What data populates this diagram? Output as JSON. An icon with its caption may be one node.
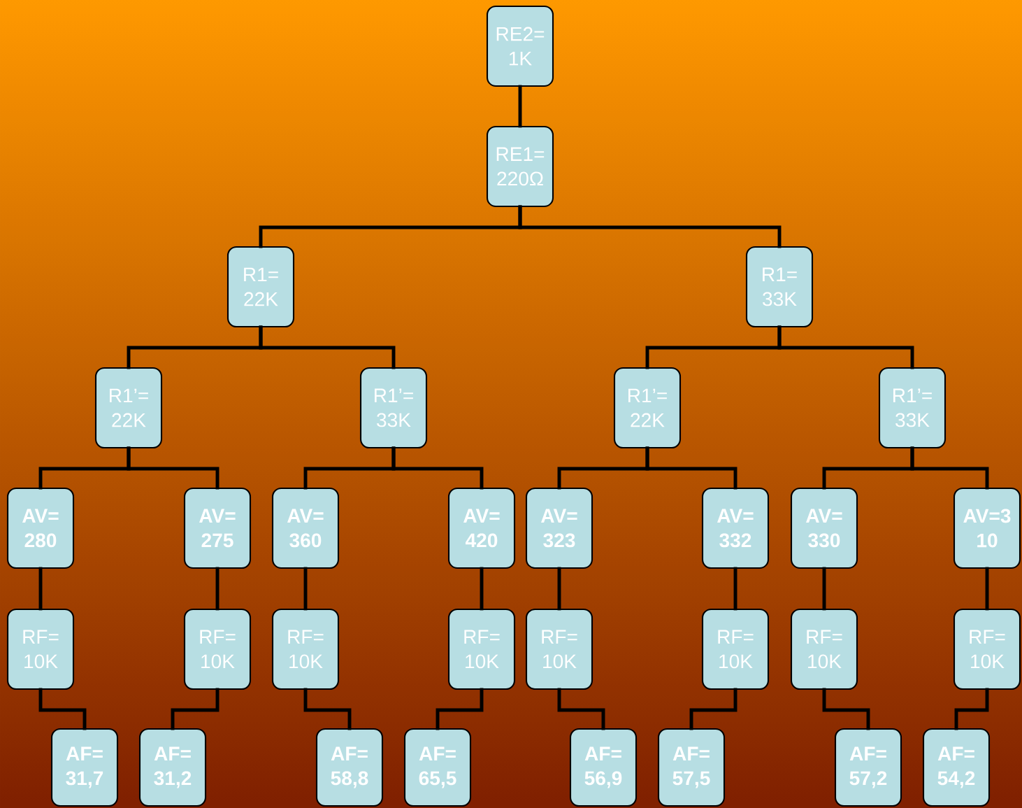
{
  "diagram": {
    "nodes": [
      {
        "text": [
          "RE2= 1K"
        ]
      },
      {
        "text": [
          "RE1= 220Ω"
        ]
      },
      {
        "text": [
          "R1= 22K"
        ]
      },
      {
        "text": [
          "R1= 33K"
        ]
      },
      {
        "text": [
          "R1’= 22K"
        ]
      },
      {
        "text": [
          "R1’= 33K"
        ]
      },
      {
        "text": [
          "R1’= 22K"
        ]
      },
      {
        "text": [
          "R1’= 33K"
        ]
      },
      {
        "text": [
          "AV= 280"
        ]
      },
      {
        "text": [
          "AV= 275"
        ]
      },
      {
        "text": [
          "AV= 360"
        ]
      },
      {
        "text": [
          "AV= 420"
        ]
      },
      {
        "text": [
          "AV= 323"
        ]
      },
      {
        "text": [
          "AV= 332"
        ]
      },
      {
        "text": [
          "AV= 330"
        ]
      },
      {
        "text": [
          "AV=3 10"
        ]
      },
      {
        "text": [
          "RF= 10K"
        ]
      },
      {
        "text": [
          "RF= 10K"
        ]
      },
      {
        "text": [
          "RF= 10K"
        ]
      },
      {
        "text": [
          "RF= 10K"
        ]
      },
      {
        "text": [
          "RF= 10K"
        ]
      },
      {
        "text": [
          "RF= 10K"
        ]
      },
      {
        "text": [
          "RF= 10K"
        ]
      },
      {
        "text": [
          "RF= 10K"
        ]
      },
      {
        "text": [
          "AF= 31,7"
        ]
      },
      {
        "text": [
          "AF= 31,2"
        ]
      },
      {
        "text": [
          "AF= 58,8"
        ]
      },
      {
        "text": [
          "AF= 65,5"
        ]
      },
      {
        "text": [
          "AF= 56,9"
        ]
      },
      {
        "text": [
          "AF= 57,5"
        ]
      },
      {
        "text": [
          "AF= 57,2"
        ]
      },
      {
        "text": [
          "AF= 54,2"
        ]
      }
    ],
    "edges": [
      {
        "from": 0,
        "to": 1,
        "arrow": "none"
      },
      {
        "from": 1,
        "to": 2,
        "arrow": "none"
      },
      {
        "from": 1,
        "to": 3,
        "arrow": "none"
      },
      {
        "from": 2,
        "to": 4,
        "arrow": "none"
      },
      {
        "from": 2,
        "to": 5,
        "arrow": "none"
      },
      {
        "from": 3,
        "to": 6,
        "arrow": "none"
      },
      {
        "from": 3,
        "to": 7,
        "arrow": "none"
      },
      {
        "from": 4,
        "to": 8,
        "arrow": "none"
      },
      {
        "from": 4,
        "to": 9,
        "arrow": "none"
      },
      {
        "from": 5,
        "to": 10,
        "arrow": "none"
      },
      {
        "from": 5,
        "to": 11,
        "arrow": "none"
      },
      {
        "from": 6,
        "to": 12,
        "arrow": "none"
      },
      {
        "from": 6,
        "to": 13,
        "arrow": "none"
      },
      {
        "from": 7,
        "to": 14,
        "arrow": "none"
      },
      {
        "from": 7,
        "to": 15,
        "arrow": "none"
      },
      {
        "from": 8,
        "to": 16,
        "arrow": "none"
      },
      {
        "from": 9,
        "to": 17,
        "arrow": "none"
      },
      {
        "from": 10,
        "to": 18,
        "arrow": "none"
      },
      {
        "from": 11,
        "to": 19,
        "arrow": "none"
      },
      {
        "from": 12,
        "to": 20,
        "arrow": "none"
      },
      {
        "from": 13,
        "to": 21,
        "arrow": "none"
      },
      {
        "from": 14,
        "to": 22,
        "arrow": "none"
      },
      {
        "from": 15,
        "to": 23,
        "arrow": "none"
      },
      {
        "from": 16,
        "to": 24,
        "arrow": "none"
      },
      {
        "from": 17,
        "to": 25,
        "arrow": "none"
      },
      {
        "from": 18,
        "to": 26,
        "arrow": "none"
      },
      {
        "from": 19,
        "to": 27,
        "arrow": "none"
      },
      {
        "from": 20,
        "to": 28,
        "arrow": "none"
      },
      {
        "from": 21,
        "to": 29,
        "arrow": "none"
      },
      {
        "from": 22,
        "to": 30,
        "arrow": "none"
      },
      {
        "from": 23,
        "to": 31,
        "arrow": "none"
      }
    ]
  }
}
